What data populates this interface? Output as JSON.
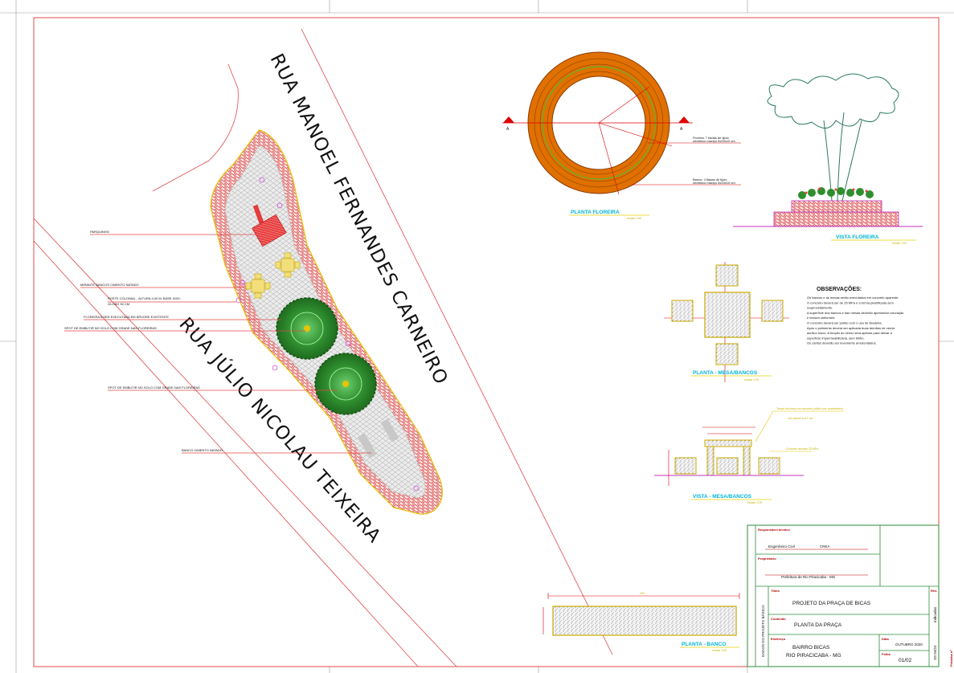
{
  "streets": {
    "north": "RUA MANOEL FERNANDES CARNEIRO",
    "south": "RUA JÚLIO NICOLAU TEIXEIRA"
  },
  "annotations": {
    "parquinho": "PARQUINHO",
    "mirante": "MIRANTE BANCOS CIMENTO NATADO",
    "poste_a": "POSTE COLONIAL - ALTURA 4,00 M, BASE 0100,",
    "poste_b": "GLOBO 30 CM",
    "floreira": "FLOREIRA A SER EXECUTADA EM ÁRVORE EXISTENTE",
    "spot1": "SPOT DE EMBUTIR NO SOLO COM GRADE NAS FLOREIRAS",
    "spot2": "SPOT DE EMBUTIR NO SOLO COM GRADE NAS FLOREIRAS",
    "banco": "BANCO CIMENTO NATADO"
  },
  "planter_plan": {
    "section_left": "A",
    "section_right": "A",
    "note1_a": "Floreira: 7 fiadas de tijolo",
    "note1_b": "cerâmico maciço 5x20x10 cm",
    "note2_a": "Banco: 4 fiadas de tijolo",
    "note2_b": "cerâmico maciço 5x20x10 cm",
    "caption": "PLANTA FLOREIRA",
    "scale": "escala 1:50"
  },
  "planter_view": {
    "caption": "VISTA FLOREIRA",
    "scale": "escala 1:50"
  },
  "table_plan": {
    "caption": "PLANTA - MESA/BANCOS",
    "scale": "escala 1:25"
  },
  "table_view": {
    "caption": "VISTA - MESA/BANCOS",
    "scale": "escala 1:25",
    "note_a": "Tampo da mesa em concreto polido com acabamento",
    "note_b": "nos cantos em 1 cm",
    "note_c": "Concreto armado 25 MPa"
  },
  "bench_plan": {
    "caption": "PLANTA - BANCO",
    "scale": "escala 1:25",
    "dim": "200"
  },
  "observations": {
    "title": "OBSERVAÇÕES:",
    "items": [
      "Os bancos e as mesas serão executados em concreto aparente.",
      "O concreto deverá ser de 25 MPa e a forma plastificada sem",
      "reaproveitamento.",
      "A superfície dos bancos e das mesas deverão apresentar coloração",
      "e textura uniformes.",
      "O concreto deverá ser polido com o uso de lixadeira.",
      "Após o polimento deverá ser aplicada duas demãos de verniz",
      "acrílico fosco. A função do verniz será apenas para deixar a",
      "superfície impermeabilizada, sem brilho.",
      "Os cantos deverão ser levemente arredondados."
    ]
  },
  "title_block": {
    "resp_label": "Responsável técnico",
    "resp_value": "Engenheiro Civil",
    "resp_crea": "CREA",
    "owner_label": "Proprietário",
    "owner_value": "Prefeitura de Rio Piracicaba - MG",
    "side_label": "DADOS DO PROJETO BÁSICO",
    "title_label": "Título",
    "title_value": "PROJETO DA PRAÇA DE BICAS",
    "content_label": "Conteúdo",
    "content_value": "PLANTA DA PRAÇA",
    "address_label": "Endereço",
    "address_line1": "BAIRRO BICAS",
    "address_line2": "RIO PIRACICABA - MG",
    "date_label": "Data",
    "date_value": "OUTUBRO 2020",
    "sheet_label": "Folha",
    "sheet_value": "01/02",
    "rev_label": "Rev.",
    "scale_label": "Indicadas",
    "code": "SS 04/24",
    "side_small": "Prancha nº"
  }
}
